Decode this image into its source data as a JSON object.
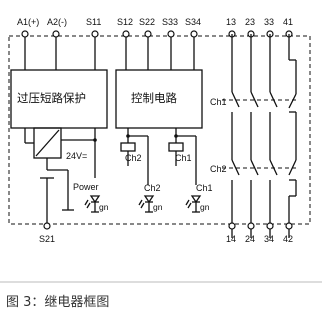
{
  "diagram": {
    "top_terminals": [
      "A1(+)",
      "A2(-)",
      "S11",
      "S12",
      "S22",
      "S33",
      "S34",
      "13",
      "23",
      "33",
      "41"
    ],
    "bottom_terminals": [
      "S21",
      "14",
      "24",
      "34",
      "42"
    ],
    "block_overvoltage": "过压短路保护",
    "block_control": "控制电路",
    "supply_label": "24V=",
    "channel_labels": {
      "ch1_left": "Ch1",
      "ch2_left": "Ch2",
      "relay_ch2": "Ch2",
      "relay_ch1": "Ch1"
    },
    "led_labels": {
      "power": "Power",
      "ch2": "Ch2",
      "ch1": "Ch1"
    },
    "led_color": "gn"
  },
  "caption": "图 3：继电器框图"
}
